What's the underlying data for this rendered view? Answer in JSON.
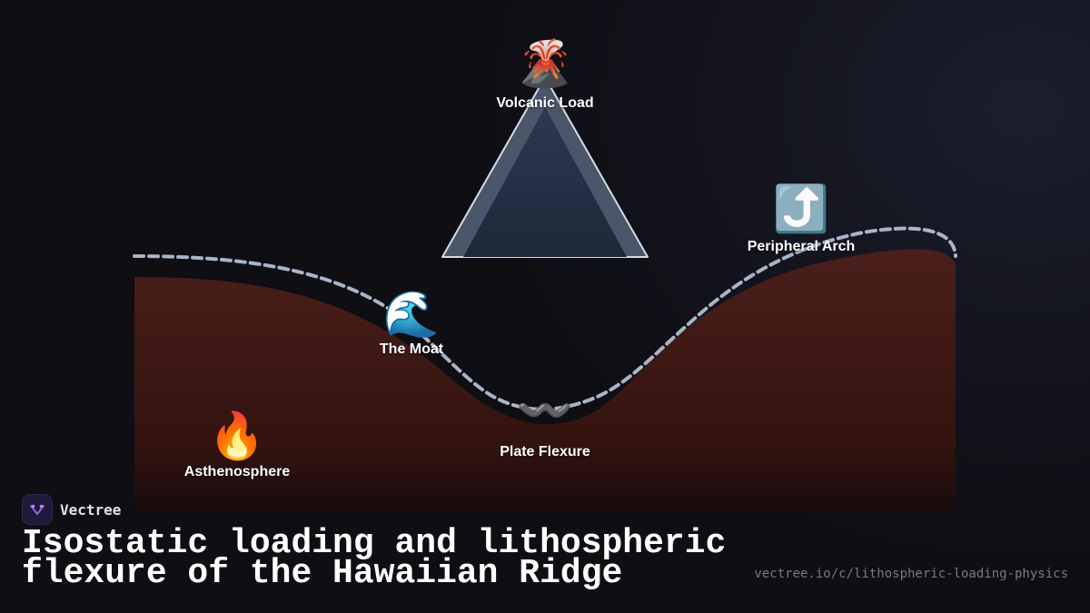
{
  "diagram": {
    "labels": {
      "volcanic_load": "Volcanic Load",
      "peripheral_arch": "Peripheral Arch",
      "moat": "The Moat",
      "plate_flexure": "Plate Flexure",
      "asthenosphere": "Asthenosphere"
    },
    "icons": {
      "volcanic_load": "🌋",
      "peripheral_arch": "⤴️",
      "moat": "🌊",
      "plate_flexure": "〰️",
      "asthenosphere": "🔥"
    },
    "colors": {
      "mantle": "#4a1e1c",
      "plate_outline": "#a9b4c8",
      "volcano_fill": "#243042",
      "volcano_edge": "#4a566a",
      "background": "#0e0e13"
    }
  },
  "footer": {
    "brand": "Vectree",
    "title": "Isostatic loading and lithospheric flexure of the Hawaiian Ridge",
    "url": "vectree.io/c/lithospheric-loading-physics"
  }
}
